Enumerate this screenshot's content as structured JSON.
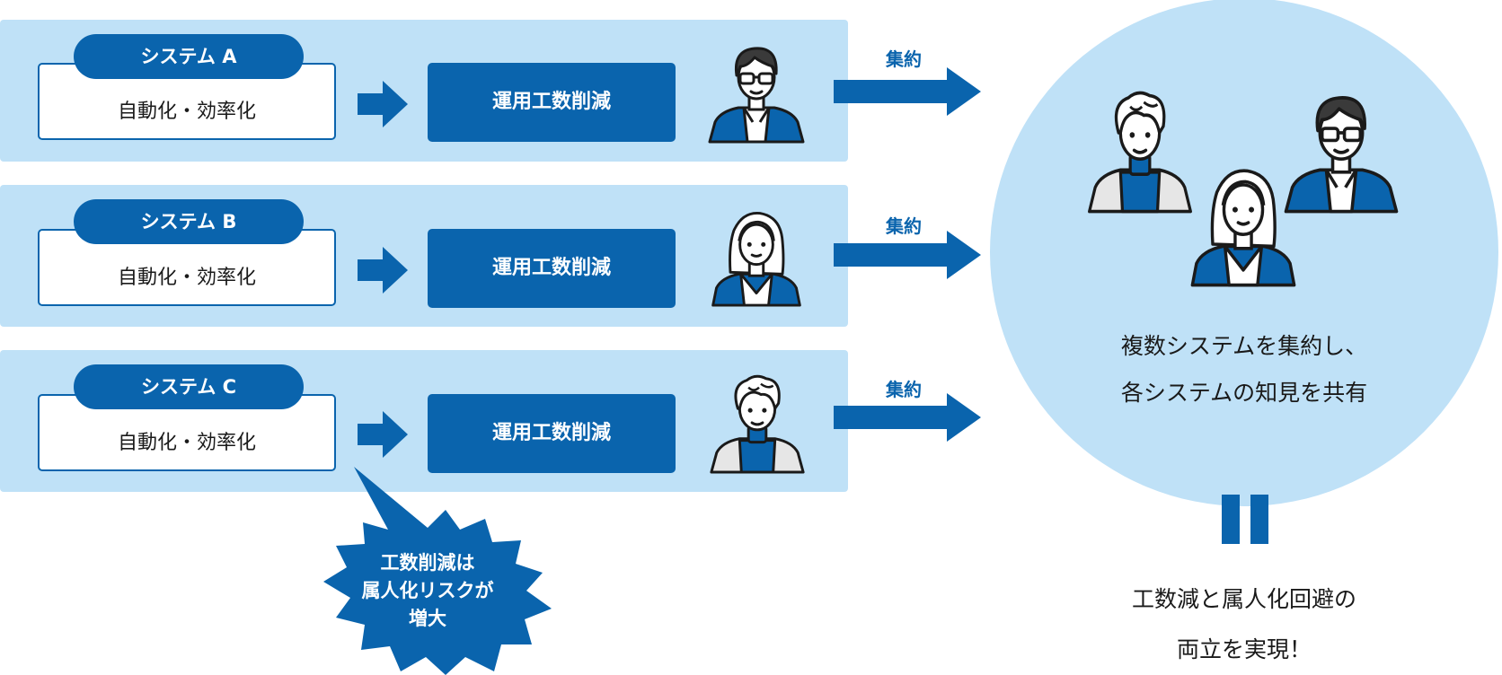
{
  "systems": [
    {
      "name": "システム A",
      "task": "自動化・効率化",
      "result": "運用工数削減",
      "arrow_label": "集約"
    },
    {
      "name": "システム B",
      "task": "自動化・効率化",
      "result": "運用工数削減",
      "arrow_label": "集約"
    },
    {
      "name": "システム C",
      "task": "自動化・効率化",
      "result": "運用工数削減",
      "arrow_label": "集約"
    }
  ],
  "risk_callout": {
    "line1": "工数削減は",
    "line2": "属人化リスクが",
    "line3": "増大"
  },
  "summary": {
    "line1": "複数システムを集約し、",
    "line2": "各システムの知見を共有"
  },
  "final": {
    "line1": "工数減と属人化回避の",
    "line2": "両立を実現！"
  },
  "colors": {
    "primary": "#0a64ad",
    "light": "#bfe1f7",
    "vest": "#e6e6e6"
  }
}
